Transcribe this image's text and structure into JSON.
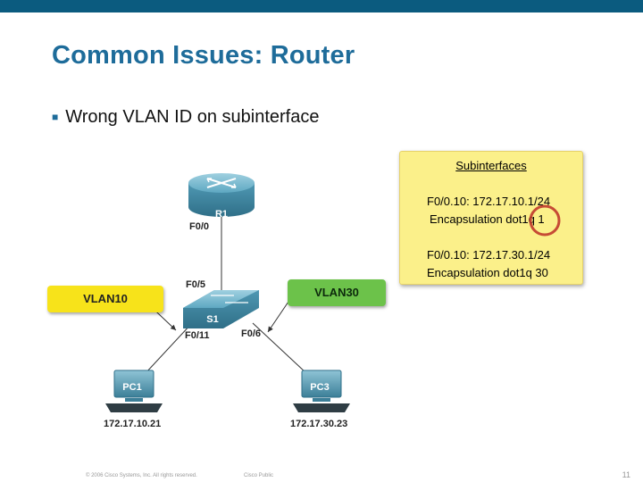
{
  "slide": {
    "title": "Common Issues: Router",
    "bullet": "Wrong VLAN ID on subinterface"
  },
  "subinterfaces_box": {
    "title": "Subinterfaces",
    "line1": "F0/0.10: 172.17.10.1/24",
    "line2": "Encapsulation dot1q 1",
    "line3": "F0/0.10: 172.17.30.1/24",
    "line4": "Encapsulation dot1q 30",
    "highlight_color": "#c0392b"
  },
  "diagram": {
    "router": {
      "name": "R1",
      "port": "F0/0"
    },
    "switch": {
      "name": "S1",
      "port_up": "F0/5",
      "port_left": "F0/11",
      "port_right": "F0/6"
    },
    "pc1": {
      "name": "PC1",
      "ip": "172.17.10.21"
    },
    "pc3": {
      "name": "PC3",
      "ip": "172.17.30.23"
    },
    "vlan10_label": "VLAN10",
    "vlan30_label": "VLAN30",
    "colors": {
      "vlan10": "#f7e31a",
      "vlan30": "#6cc24a",
      "device": "#3c8aa6"
    }
  },
  "footer": {
    "copyright": "© 2006 Cisco Systems, Inc. All rights reserved.",
    "classification": "Cisco Public",
    "page": "11"
  }
}
